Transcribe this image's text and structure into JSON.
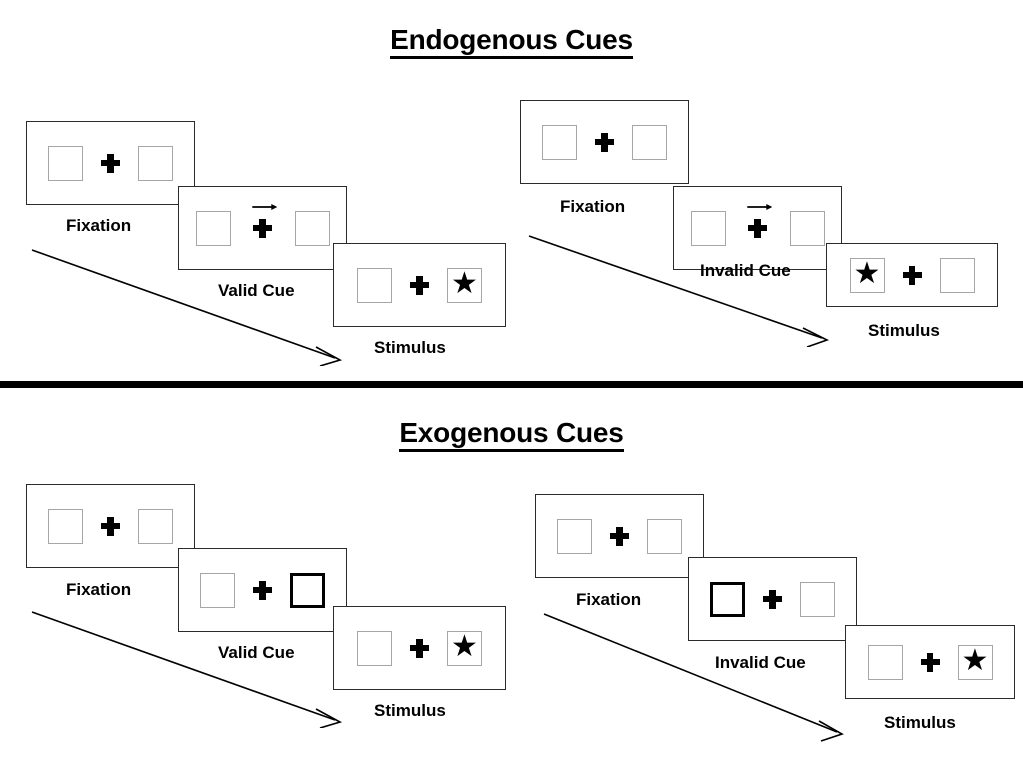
{
  "figure": {
    "background_color": "#ffffff",
    "ink_color": "#000000",
    "box_outline_color": "#a6a6a6",
    "cued_box_outline_color": "#000000"
  },
  "sections": [
    {
      "id": "endogenous",
      "title": "Endogenous Cues",
      "columns": [
        {
          "id": "endogenous-valid",
          "frames": [
            {
              "id": "fixation",
              "label": "Fixation",
              "left_box": "empty",
              "right_box": "empty",
              "center": "plus",
              "cue_side": "none"
            },
            {
              "id": "valid-cue",
              "label": "Valid Cue",
              "left_box": "empty",
              "right_box": "empty",
              "center": "arrow-plus",
              "cue_side": "right",
              "cue_type": "arrow-right"
            },
            {
              "id": "stimulus",
              "label": "Stimulus",
              "left_box": "empty",
              "right_box": "star",
              "center": "plus",
              "cue_side": "none"
            }
          ]
        },
        {
          "id": "endogenous-invalid",
          "frames": [
            {
              "id": "fixation",
              "label": "Fixation",
              "left_box": "empty",
              "right_box": "empty",
              "center": "plus",
              "cue_side": "none"
            },
            {
              "id": "invalid-cue",
              "label": "Invalid Cue",
              "left_box": "empty",
              "right_box": "empty",
              "center": "arrow-plus",
              "cue_side": "right",
              "cue_type": "arrow-right"
            },
            {
              "id": "stimulus",
              "label": "Stimulus",
              "left_box": "star",
              "right_box": "empty",
              "center": "plus",
              "cue_side": "none"
            }
          ]
        }
      ]
    },
    {
      "id": "exogenous",
      "title": "Exogenous Cues",
      "columns": [
        {
          "id": "exogenous-valid",
          "frames": [
            {
              "id": "fixation",
              "label": "Fixation",
              "left_box": "empty",
              "right_box": "empty",
              "center": "plus",
              "cue_side": "none"
            },
            {
              "id": "valid-cue",
              "label": "Valid Cue",
              "left_box": "empty",
              "right_box": "highlight",
              "center": "plus",
              "cue_side": "right",
              "cue_type": "box-flash"
            },
            {
              "id": "stimulus",
              "label": "Stimulus",
              "left_box": "empty",
              "right_box": "star",
              "center": "plus",
              "cue_side": "none"
            }
          ]
        },
        {
          "id": "exogenous-invalid",
          "frames": [
            {
              "id": "fixation",
              "label": "Fixation",
              "left_box": "empty",
              "right_box": "empty",
              "center": "plus",
              "cue_side": "none"
            },
            {
              "id": "invalid-cue",
              "label": "Invalid Cue",
              "left_box": "highlight",
              "right_box": "empty",
              "center": "plus",
              "cue_side": "left",
              "cue_type": "box-flash"
            },
            {
              "id": "stimulus",
              "label": "Stimulus",
              "left_box": "empty",
              "right_box": "star",
              "center": "plus",
              "cue_side": "none"
            }
          ]
        }
      ]
    }
  ],
  "glyphs": {
    "star": "★",
    "time_arrow_name": "time-flow-arrow",
    "cue_arrow_name": "rightward-cue-arrow"
  }
}
